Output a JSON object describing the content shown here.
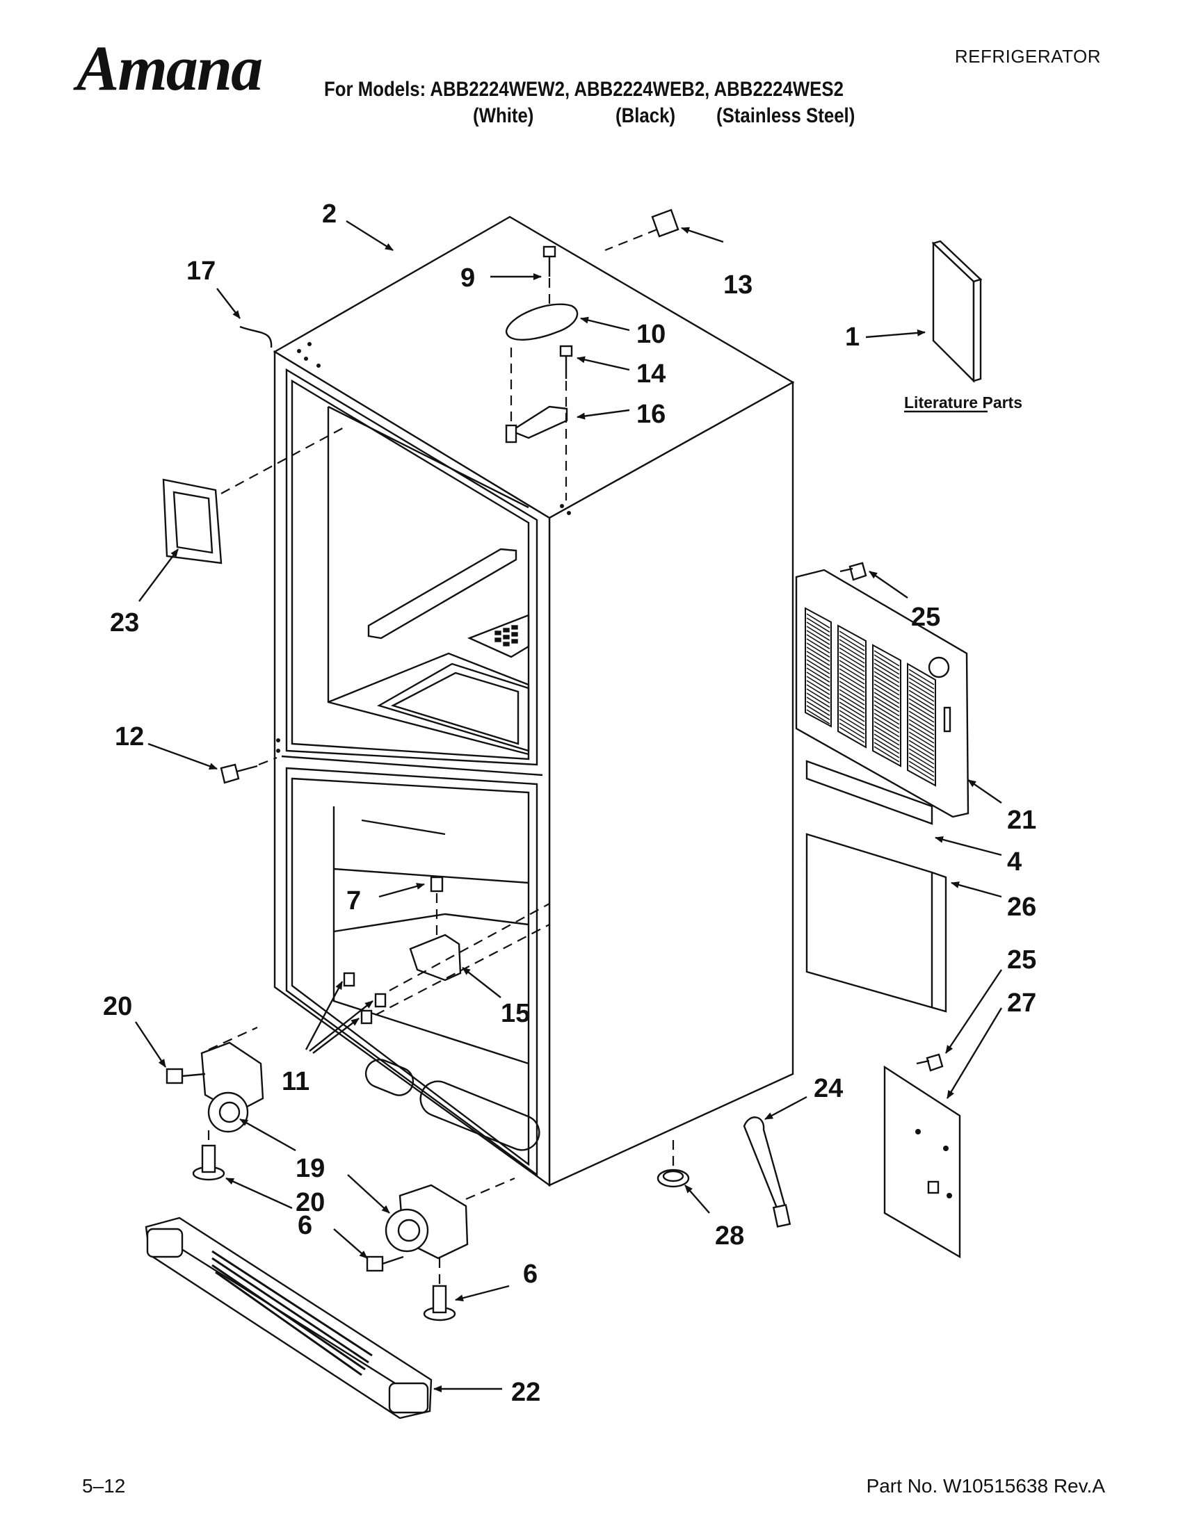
{
  "header": {
    "brand": "Amana",
    "category": "REFRIGERATOR",
    "models_line": "For Models: ABB2224WEW2, ABB2224WEB2, ABB2224WES2",
    "finishes": [
      "(White)",
      "(Black)",
      "(Stainless Steel)"
    ]
  },
  "diagram": {
    "literature_label": "Literature Parts",
    "callouts": [
      "1",
      "2",
      "4",
      "6",
      "6",
      "7",
      "9",
      "10",
      "11",
      "12",
      "13",
      "14",
      "15",
      "16",
      "17",
      "19",
      "20",
      "20",
      "21",
      "22",
      "23",
      "24",
      "25",
      "25",
      "26",
      "27",
      "28"
    ]
  },
  "footer": {
    "page": "5–12",
    "part_no": "Part No. W10515638 Rev.A"
  }
}
